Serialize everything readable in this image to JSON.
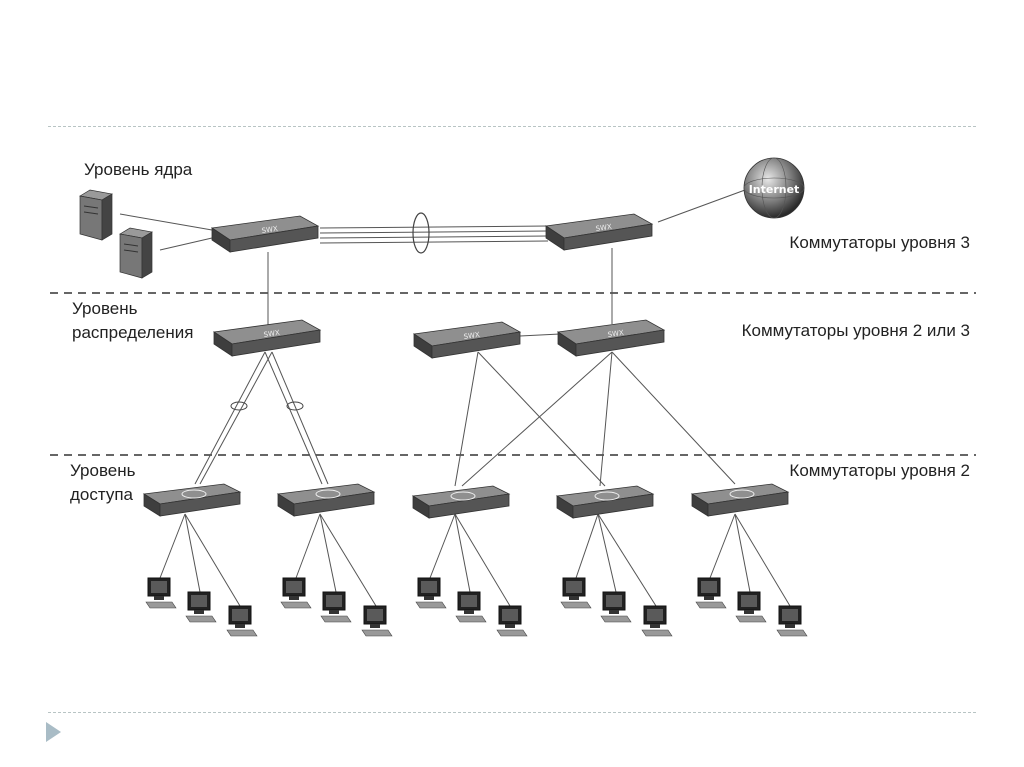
{
  "labels": {
    "core_level": "Уровень ядра",
    "dist_level_line1": "Уровень",
    "dist_level_line2": "распределения",
    "access_level_line1": "Уровень",
    "access_level_line2": "доступа",
    "l3_switches": "Коммутаторы уровня 3",
    "l2_or_l3_switches": "Коммутаторы уровня 2 или 3",
    "l2_switches": "Коммутаторы уровня 2"
  },
  "globe_text": "Internet",
  "colors": {
    "switch_top": "#8a8a8a",
    "switch_front": "#4a4a4a",
    "line": "#555555",
    "divider": "#333333"
  },
  "icons": {
    "core_switch": "layer3-switch-icon",
    "dist_switch": "multilayer-switch-icon",
    "access_switch": "workgroup-switch-icon",
    "server": "server-tower-icon",
    "internet": "internet-globe-icon",
    "workstation": "pc-monitor-icon",
    "link_aggregation": "link-bundle-ellipse-icon",
    "next_slide": "next-slide-arrow-icon"
  }
}
